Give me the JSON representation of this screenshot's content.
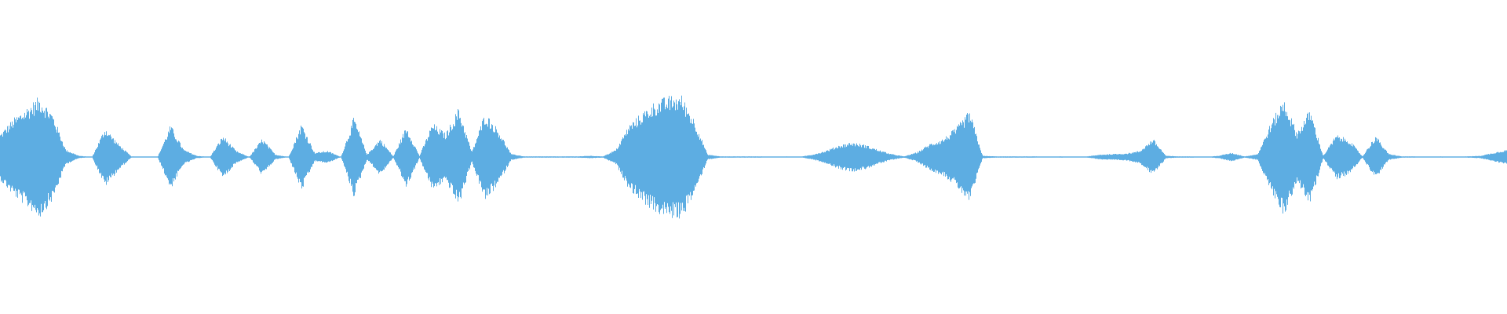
{
  "waveform": {
    "color": "#5dade2",
    "background": "#ffffff",
    "amplitude_envelope": [
      0.38,
      0.62,
      0.8,
      0.98,
      0.7,
      0.12,
      0.02,
      0.0,
      0.48,
      0.22,
      0.01,
      0.0,
      0.0,
      0.52,
      0.12,
      0.02,
      0.0,
      0.35,
      0.1,
      0.0,
      0.3,
      0.04,
      0.0,
      0.55,
      0.07,
      0.1,
      0.0,
      0.65,
      0.04,
      0.3,
      0.01,
      0.5,
      0.02,
      0.55,
      0.38,
      0.8,
      0.08,
      0.72,
      0.45,
      0.05,
      0.01,
      0.01,
      0.01,
      0.01,
      0.01,
      0.02,
      0.01,
      0.12,
      0.52,
      0.72,
      0.9,
      0.98,
      1.0,
      0.6,
      0.04,
      0.01,
      0.01,
      0.01,
      0.01,
      0.0,
      0.01,
      0.0,
      0.04,
      0.1,
      0.19,
      0.24,
      0.2,
      0.12,
      0.05,
      0.01,
      0.08,
      0.22,
      0.3,
      0.48,
      0.75,
      0.02,
      0.01,
      0.01,
      0.01,
      0.01,
      0.0,
      0.01,
      0.0,
      0.01,
      0.04,
      0.05,
      0.06,
      0.1,
      0.3,
      0.02,
      0.01,
      0.01,
      0.0,
      0.02,
      0.07,
      0.01,
      0.05,
      0.55,
      0.95,
      0.4,
      0.78,
      0.02,
      0.36,
      0.28,
      0.01,
      0.35,
      0.05,
      0.01,
      0.01,
      0.0,
      0.01,
      0.0,
      0.01,
      0.02,
      0.07,
      0.12
    ]
  }
}
